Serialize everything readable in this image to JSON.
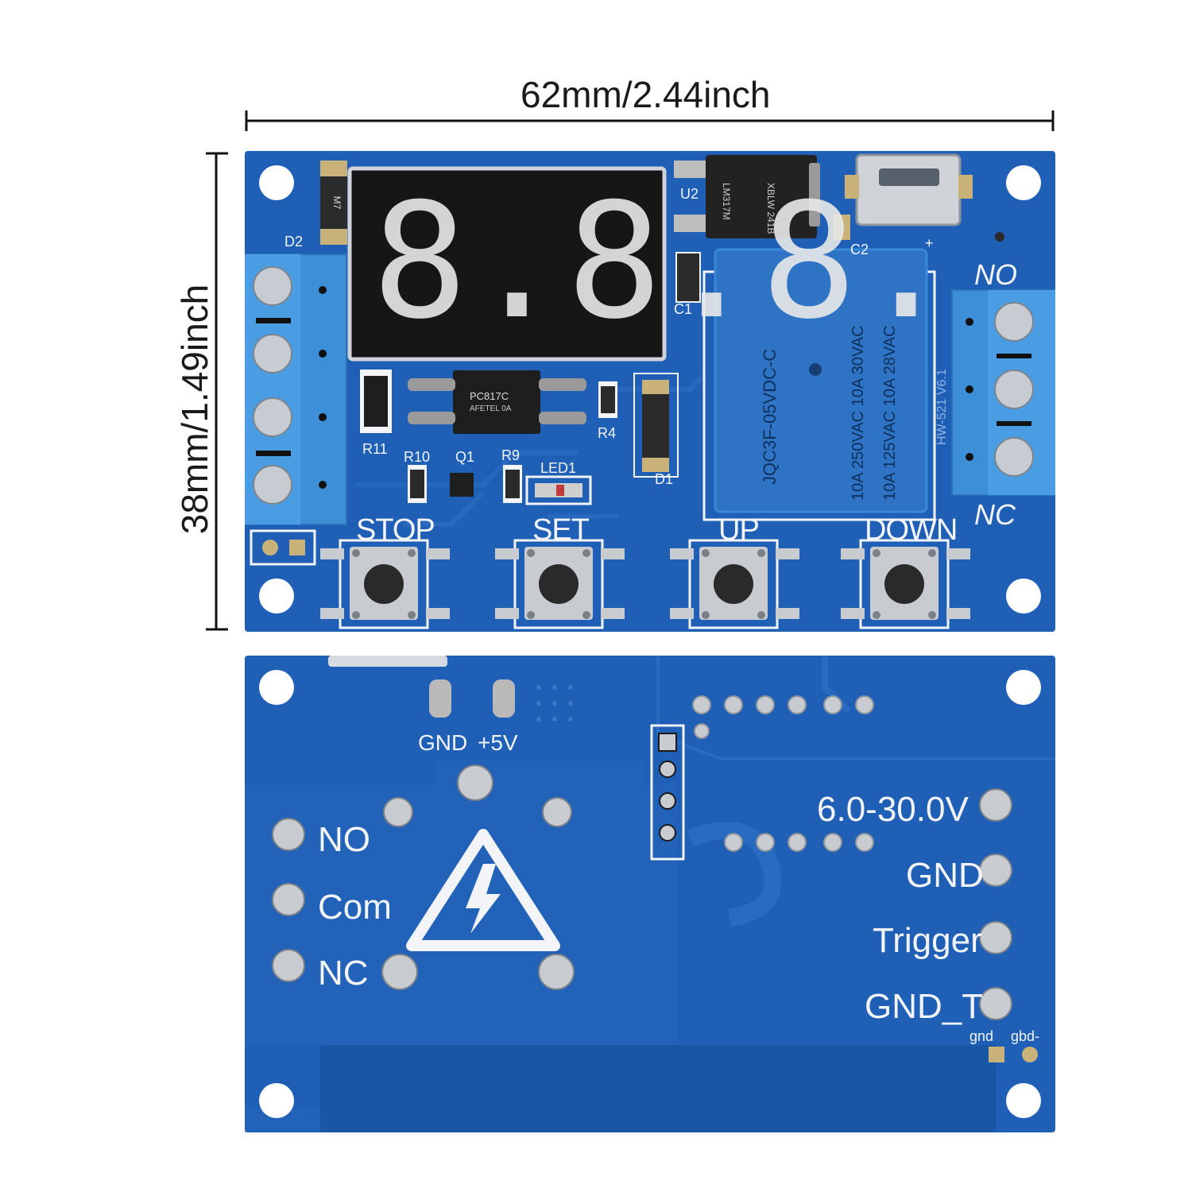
{
  "dimensions": {
    "width_label": "62mm/2.44inch",
    "height_label": "38mm/1.49inch"
  },
  "front_board": {
    "display_digits": "8.8.8.",
    "component_labels": {
      "d2": "D2",
      "u2": "U2",
      "c1": "C1",
      "c2": "C2",
      "r11": "R11",
      "r4": "R4",
      "r10": "R10",
      "q1": "Q1",
      "r9": "R9",
      "led1": "LED1",
      "d1": "D1",
      "board_id": "HW-521 V6.1",
      "plus": "+"
    },
    "chip_text": {
      "optocoupler": "PC817C",
      "optocoupler_sub": "AFETEL 0A",
      "regulator": "LM317M",
      "regulator_sub": "XBLW 241B"
    },
    "relay_text": {
      "model": "JQC3F-05VDC-C",
      "ratings": [
        "10A 250VAC 10A 30VAC",
        "10A 125VAC 10A 28VAC"
      ]
    },
    "terminal_labels": {
      "no": "NO",
      "nc": "NC"
    },
    "buttons": [
      {
        "id": "stop",
        "label": "STOP"
      },
      {
        "id": "set",
        "label": "SET"
      },
      {
        "id": "up",
        "label": "UP"
      },
      {
        "id": "down",
        "label": "DOWN"
      }
    ]
  },
  "back_board": {
    "usb_pads": {
      "gnd": "GND",
      "plus5v": "+5V"
    },
    "relay_pins": {
      "no": "NO",
      "com": "Com",
      "nc": "NC"
    },
    "power_pins": {
      "voltage": "6.0-30.0V",
      "gnd": "GND",
      "trigger": "Trigger",
      "gnd_t": "GND_T"
    },
    "small_pads": {
      "gnd": "gnd",
      "gbd": "gbd-"
    }
  },
  "colors": {
    "pcb_blue": "#1f5fb5",
    "pcb_dark": "#164b93",
    "terminal_blue": "#3d8fd8",
    "relay_blue": "#2f74c4",
    "silk_white": "#f2f4f8"
  }
}
